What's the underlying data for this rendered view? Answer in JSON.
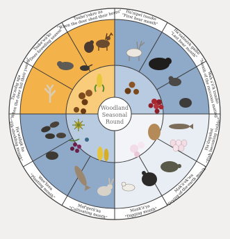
{
  "center": {
    "line1": "Woodland",
    "line2": "Seasonal",
    "line3": "Round"
  },
  "colors": {
    "page": "#f1f0ee",
    "outer_ring": "#ffffff",
    "orange": "#f4b24a",
    "orange_light": "#f8cc7a",
    "blue": "#8fa9c8",
    "blue_light": "#b9cbe0",
    "center": "#ffffff",
    "line": "#3a3a3a"
  },
  "months": [
    {
      "native": "Tsuke'wá'ks",
      "english": "\"Deer-breeding season\""
    },
    {
      "native": "Tsuhe'yakre na",
      "english": "\"When the deer shed their horns\""
    },
    {
      "native": "Ha'nipel tsuuko",
      "english": "\"First bear month\""
    },
    {
      "native": "Ha'nahnérk gaihe",
      "english": "\"Last bear month\""
    },
    {
      "native": "Wah s'ó'k tsuuko",
      "english": "\"Month of the raccoons mating\""
    },
    {
      "native": "Ha'daguhst",
      "english": "\"Fish becoming visible\""
    },
    {
      "native": "Mak'á'ek'wa",
      "english": "\"Drying-of-the-earth month\""
    },
    {
      "native": "Mank'a'ya",
      "english": "\"Digging month\""
    },
    {
      "native": "Maf'gerá'na",
      "english": "\"Cultivating month\""
    },
    {
      "native": "Wee'brea",
      "english": "\"Planting month\""
    },
    {
      "native": "Ha'wahgk ha",
      "english": "\"Elk-shedding month\""
    },
    {
      "native": "Tsu'nolig sga",
      "english": "\"When the deer hid their young\""
    }
  ],
  "icons": [
    "deer-icon",
    "deer-antler-icon",
    "elk-icon",
    "bear-icon",
    "raccoon-icon",
    "fish-icon",
    "turtle-icon",
    "turkey-icon",
    "duck-icon",
    "rabbit-icon",
    "mussel-icon",
    "antler-icon",
    "acorn-icon",
    "corn-icon",
    "berries-icon",
    "sunflower-icon",
    "eggs-icon",
    "bird-icon",
    "squirrel-icon",
    "nuts-icon"
  ]
}
